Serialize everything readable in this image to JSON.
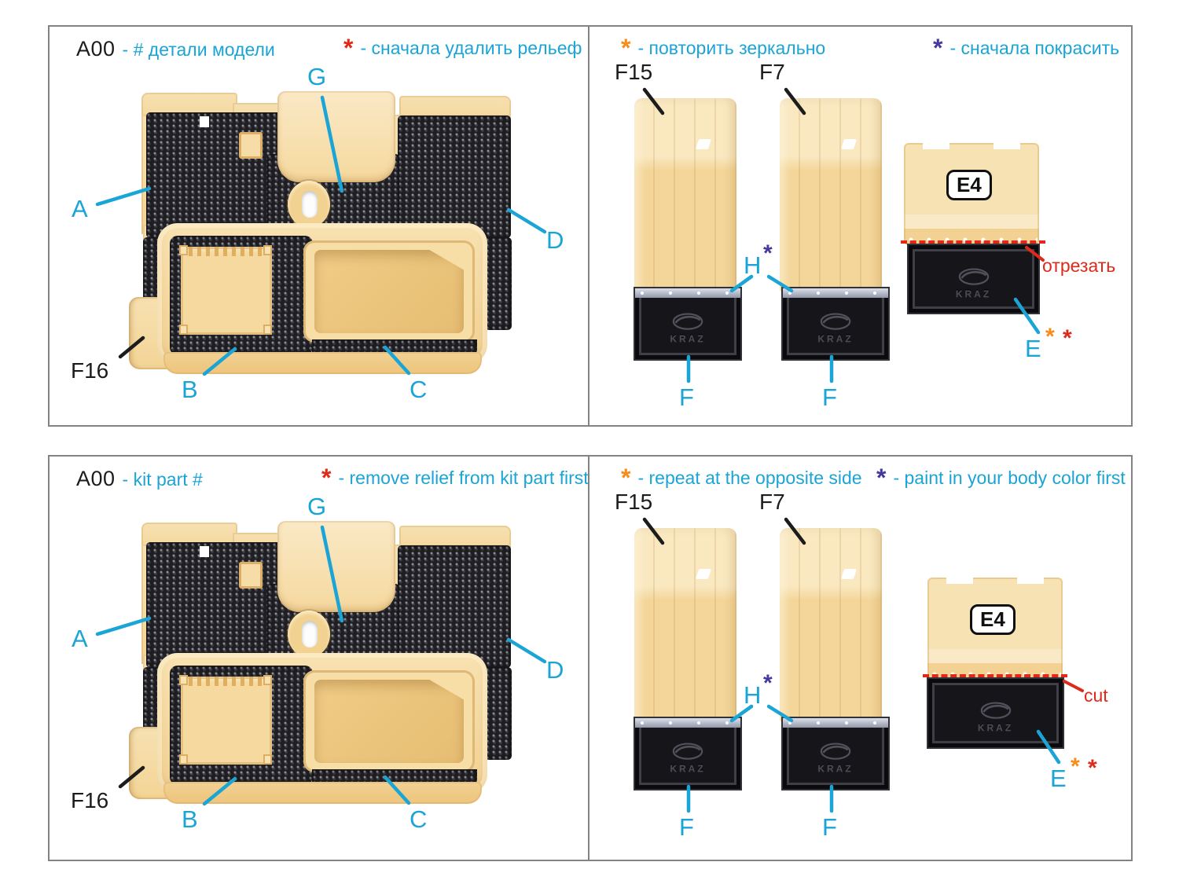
{
  "sheet": {
    "flap_logo": "KRAZ",
    "top_left": {
      "ref": "A00",
      "ref_desc": "- # детали модели",
      "star": "*",
      "legend": "- сначала удалить рельеф",
      "g": "G",
      "a": "A",
      "d": "D",
      "f16": "F16",
      "b": "B",
      "c": "C"
    },
    "top_right": {
      "star_mirror": "*",
      "legend_mirror": "- повторить зеркально",
      "star_paint": "*",
      "legend_paint": "- сначала покрасить",
      "f15": "F15",
      "f7": "F7",
      "h": "H",
      "h_star": "*",
      "f_left": "F",
      "f_right": "F",
      "e4": "E4",
      "cut": "отрезать",
      "e": "E",
      "e_star_mirror": "*",
      "e_star_relief": "*"
    },
    "bottom_left": {
      "ref": "A00",
      "ref_desc": "- kit part #",
      "star": "*",
      "legend": "- remove relief from kit part first",
      "g": "G",
      "a": "A",
      "d": "D",
      "f16": "F16",
      "b": "B",
      "c": "C"
    },
    "bottom_right": {
      "star_mirror": "*",
      "legend_mirror": "- repeat at the opposite side",
      "star_paint": "*",
      "legend_paint": "- paint in your body color first",
      "f15": "F15",
      "f7": "F7",
      "h": "H",
      "h_star": "*",
      "f_left": "F",
      "f_right": "F",
      "e4": "E4",
      "cut": "cut",
      "e": "E",
      "e_star_mirror": "*",
      "e_star_relief": "*"
    }
  },
  "colors": {
    "cyan": "#1ba4d6",
    "red": "#de2a1b",
    "orange": "#f68c1a",
    "purple": "#44399d",
    "tan": "#f4d79c",
    "part_black": "#1f1f23"
  }
}
